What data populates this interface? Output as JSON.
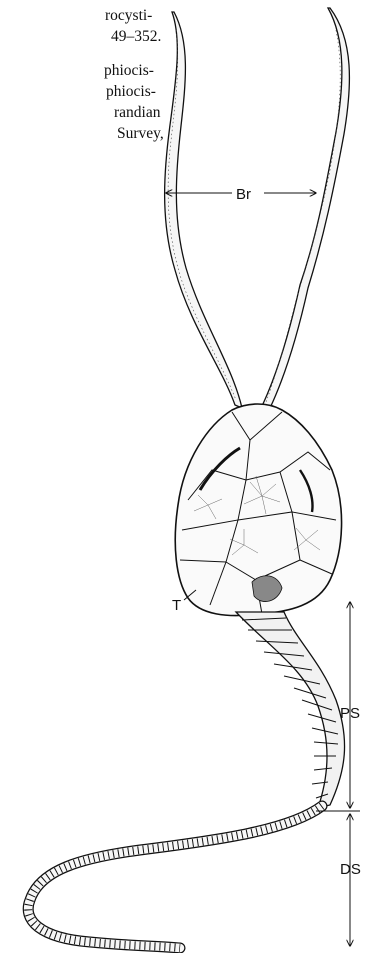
{
  "reference_text": [
    "rocysti-",
    "49–352.",
    "phiocis-",
    "phiocis-",
    "randian",
    "Survey,"
  ],
  "figure": {
    "labels": {
      "brachioles": "Br",
      "theca": "T",
      "proximal_stem": "PS",
      "distal_stem": "DS"
    }
  }
}
